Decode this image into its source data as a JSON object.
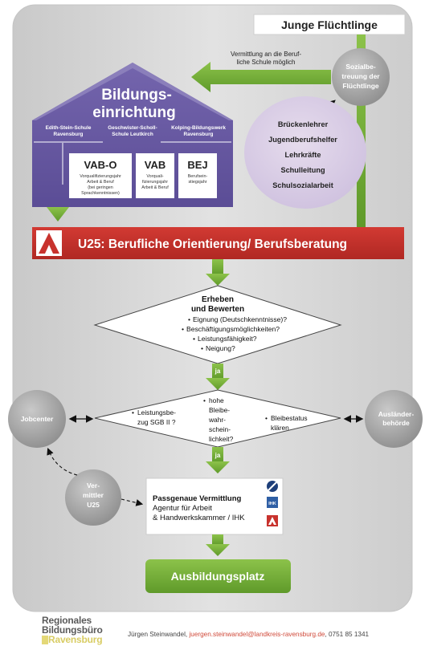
{
  "header": {
    "title": "Junge Flüchtlinge"
  },
  "sozialbetreuung": {
    "lines": [
      "Sozialbe-",
      "treuung der",
      "Flüchtlinge"
    ]
  },
  "vermittlung_note": {
    "lines": [
      "Vermittlung an die Beruf-",
      "liche Schule möglich"
    ]
  },
  "bildung": {
    "title_lines": [
      "Bildungs-",
      "einrichtung"
    ],
    "schools": [
      {
        "lines": [
          "Edith-Stein-Schule",
          "Ravensburg"
        ]
      },
      {
        "lines": [
          "Geschwister-Scholl-",
          "Schule Leutkirch"
        ]
      },
      {
        "lines": [
          "Kolping-Bildungswerk",
          "Ravensburg"
        ]
      }
    ],
    "programs": [
      {
        "code": "VAB-O",
        "desc": [
          "Vorqualifizierungsjahr",
          "Arbeit & Beruf",
          "(bei geringen",
          "Sprachkenntnissen)"
        ]
      },
      {
        "code": "VAB",
        "desc": [
          "Vorquali-",
          "fizierungsjahr",
          "Arbeit & Beruf"
        ]
      },
      {
        "code": "BEJ",
        "desc": [
          "Berufsein-",
          "stiegsjahr"
        ]
      }
    ]
  },
  "support": {
    "items": [
      "Brückenlehrer",
      "Jugendberufshelfer",
      "Lehrkräfte",
      "Schulleitung",
      "Schulsozialarbeit"
    ]
  },
  "u25_bar": {
    "label": "U25: Berufliche Orientierung/ Berufsberatung"
  },
  "diamond1": {
    "title_lines": [
      "Erheben",
      "und Bewerten"
    ],
    "items": [
      "Eignung (Deutschkenntnisse)?",
      "Beschäftigungsmöglichkeiten?",
      "Leistungsfähigkeit?",
      "Neigung?"
    ]
  },
  "yes_label": "ja",
  "diamond2": {
    "left_lines": [
      "Leistungsbe-",
      "zug SGB II ?"
    ],
    "center_lines": [
      "hohe",
      "Bleibe-",
      "wahr-",
      "schein-",
      "lichkeit?"
    ],
    "right_lines": [
      "Bleibestatus",
      "klären"
    ]
  },
  "jobcenter": {
    "label": "Jobcenter"
  },
  "auslaender": {
    "lines": [
      "Ausländer-",
      "behörde"
    ]
  },
  "vermittler": {
    "lines": [
      "Ver-",
      "mittler",
      "U25"
    ]
  },
  "placement": {
    "title": "Passgenaue Vermittlung",
    "lines": [
      "Agentur für Arbeit",
      "& Handwerkskammer / IHK"
    ]
  },
  "ausbildung": {
    "label": "Ausbildungsplatz"
  },
  "footer": {
    "logo_lines": [
      "Regionales",
      "Bildungsbüro",
      "Ravensburg"
    ],
    "contact_prefix": "Jürgen Steinwandel, ",
    "email": "juergen.steinwandel@landkreis-ravensburg.de",
    "contact_suffix": ", 0751 85 1341"
  },
  "colors": {
    "panel": "#d9d9d9",
    "house": "#6e5fa9",
    "house_dark": "#4e4180",
    "bubble": "#d9cde6",
    "red_bar": "#c8322d",
    "green": "#7ab13d",
    "circle_gray": "#9e9e9e"
  }
}
